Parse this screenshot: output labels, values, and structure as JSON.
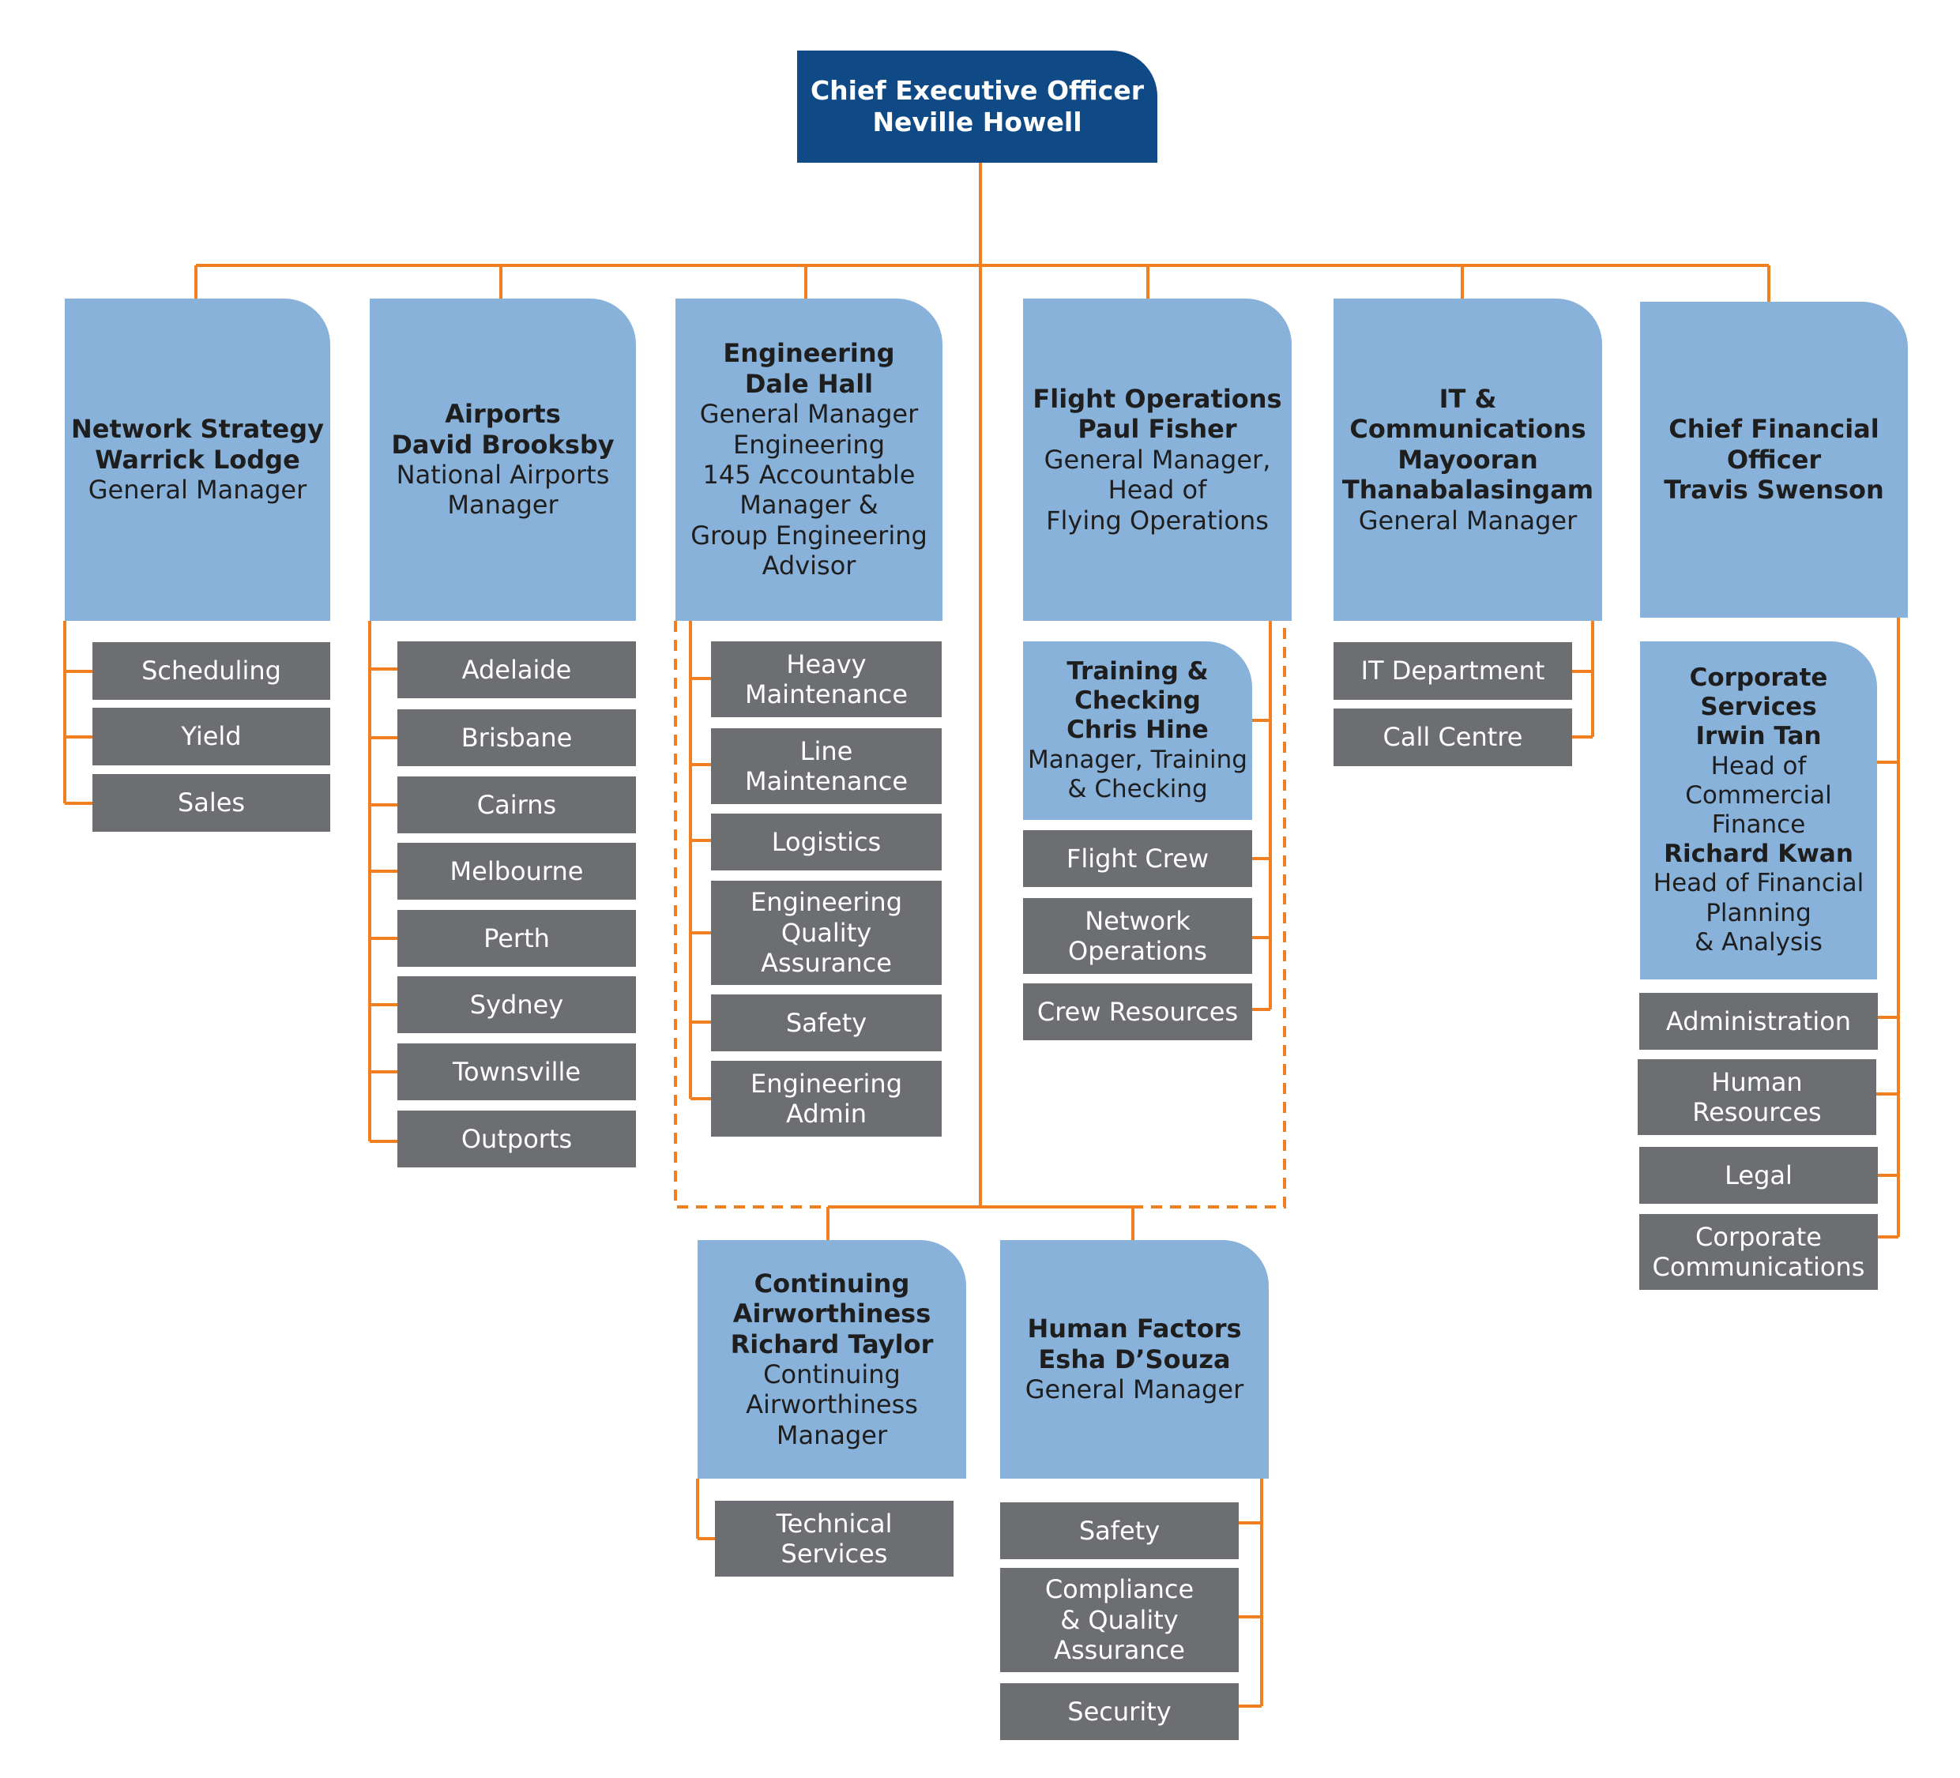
{
  "ceo": {
    "title": "Chief Executive Officer",
    "name": "Neville Howell"
  },
  "network_strategy": {
    "title": "Network Strategy",
    "name": "Warrick Lodge",
    "role": "General Manager",
    "units": [
      "Scheduling",
      "Yield",
      "Sales"
    ]
  },
  "airports": {
    "title": "Airports",
    "name": "David Brooksby",
    "role": [
      "National Airports",
      "Manager"
    ],
    "units": [
      "Adelaide",
      "Brisbane",
      "Cairns",
      "Melbourne",
      "Perth",
      "Sydney",
      "Townsville",
      "Outports"
    ]
  },
  "engineering": {
    "title": "Engineering",
    "name": "Dale Hall",
    "role": [
      "General Manager",
      "Engineering",
      "145 Accountable",
      "Manager &",
      "Group Engineering",
      "Advisor"
    ],
    "units": [
      [
        "Heavy",
        "Maintenance"
      ],
      [
        "Line",
        "Maintenance"
      ],
      [
        "Logistics"
      ],
      [
        "Engineering",
        "Quality",
        "Assurance"
      ],
      [
        "Safety"
      ],
      [
        "Engineering",
        "Admin"
      ]
    ]
  },
  "flight_operations": {
    "title": "Flight Operations",
    "name": "Paul Fisher",
    "role": [
      "General Manager,",
      "Head of",
      "Flying Operations"
    ],
    "training": {
      "title": [
        "Training &",
        "Checking"
      ],
      "name": "Chris Hine",
      "role": [
        "Manager, Training",
        "& Checking"
      ]
    },
    "units": [
      [
        "Flight Crew"
      ],
      [
        "Network",
        "Operations"
      ],
      [
        "Crew Resources"
      ]
    ]
  },
  "it": {
    "title": [
      "IT &",
      "Communications"
    ],
    "name": [
      "Mayooran",
      "Thanabalasingam"
    ],
    "role": "General Manager",
    "units": [
      "IT Department",
      "Call Centre"
    ]
  },
  "cfo": {
    "title": [
      "Chief Financial",
      "Officer"
    ],
    "name": "Travis Swenson",
    "corporate": {
      "title": [
        "Corporate",
        "Services"
      ],
      "name1": "Irwin Tan",
      "role1": [
        "Head of",
        "Commercial",
        "Finance"
      ],
      "name2": "Richard Kwan",
      "role2": [
        "Head of Financial",
        "Planning",
        "& Analysis"
      ]
    },
    "units": [
      [
        "Administration"
      ],
      [
        "Human",
        "Resources"
      ],
      [
        "Legal"
      ],
      [
        "Corporate",
        "Communications"
      ]
    ]
  },
  "continuing_airworthiness": {
    "title": [
      "Continuing",
      "Airworthiness"
    ],
    "name": "Richard Taylor",
    "role": [
      "Continuing",
      "Airworthiness",
      "Manager"
    ],
    "units": [
      [
        "Technical",
        "Services"
      ]
    ]
  },
  "human_factors": {
    "title": "Human Factors",
    "name": "Esha D’Souza",
    "role": "General Manager",
    "units": [
      [
        "Safety"
      ],
      [
        "Compliance",
        "& Quality",
        "Assurance"
      ],
      [
        "Security"
      ]
    ]
  },
  "colors": {
    "connector": "#f07f22",
    "ceo_fill": "#0f4a86",
    "head_fill": "#89b2db",
    "unit_fill": "#6d6e71"
  }
}
